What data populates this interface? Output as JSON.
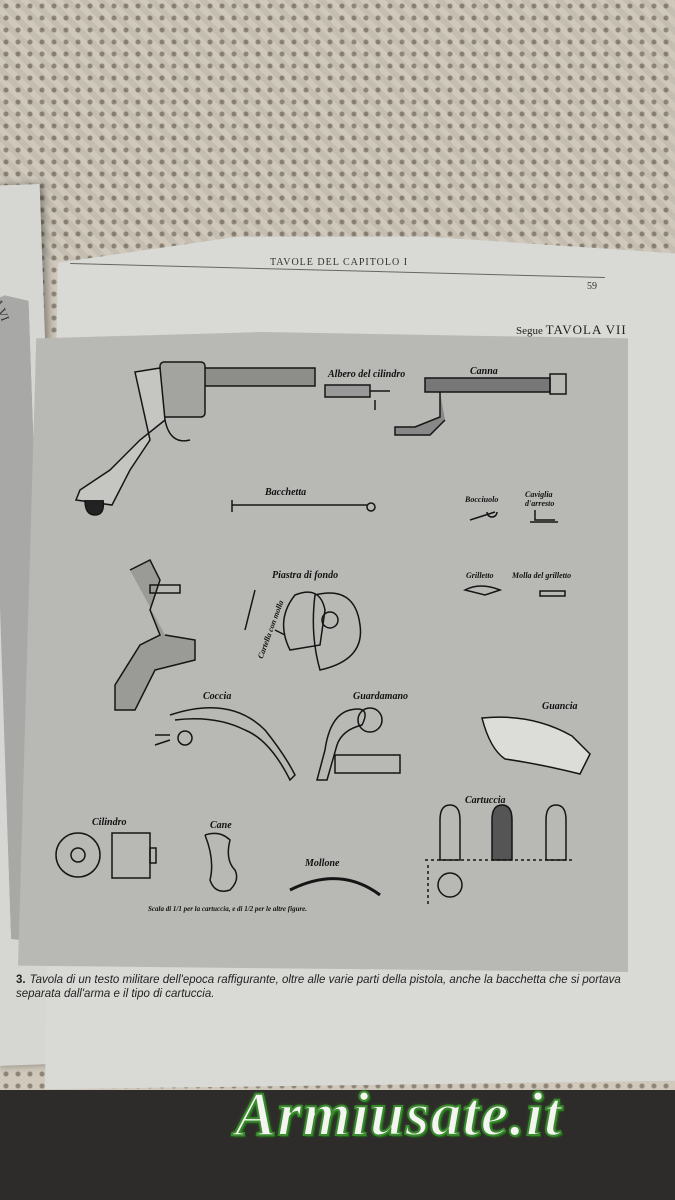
{
  "header": {
    "running_title": "TAVOLE DEL CAPITOLO I",
    "page_number": "59",
    "plate_heading_prefix": "Segue",
    "plate_heading": "TAVOLA VII"
  },
  "left_page": {
    "tab": "TAVOLA VI"
  },
  "plate": {
    "labels": {
      "albero": "Albero del cilindro",
      "canna": "Canna",
      "bacchetta": "Bacchetta",
      "bocciuolo": "Bocciuolo",
      "caviglia": "Caviglia d'arresto",
      "piastra": "Piastra di fondo",
      "cartella": "Cartella con molla",
      "grilletto": "Grilletto",
      "molla_grilletto": "Molla del grilletto",
      "coccia": "Coccia",
      "guardamano": "Guardamano",
      "guancia": "Guancia",
      "cartuccia": "Cartuccia",
      "cilindro": "Cilindro",
      "cane": "Cane",
      "mollone": "Mollone"
    },
    "scale_note": "Scala di 1/1 per la cartuccia, e di 1/2 per le altre figure."
  },
  "caption": {
    "number": "3.",
    "text": "Tavola di un testo militare dell'epoca raffigurante, oltre alle varie parti della pistola, anche la bacchetta che si portava separata dall'arma e il tipo di cartuccia."
  },
  "watermark": "Armiusate.it"
}
